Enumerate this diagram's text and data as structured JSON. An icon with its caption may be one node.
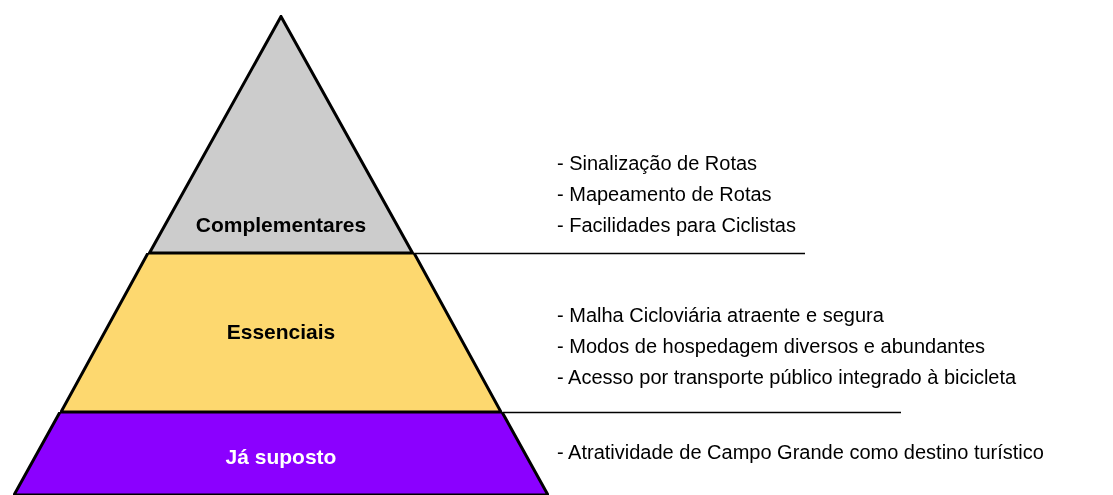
{
  "diagram": {
    "nodes": [
      {
        "text": [
          "Complementares"
        ],
        "beside": [
          "- Sinalização de Rotas",
          "- Mapeamento de Rotas",
          "- Facilidades para Ciclistas"
        ]
      },
      {
        "text": [
          "Essenciais"
        ],
        "beside": [
          "- Malha Cicloviária atraente e segura",
          "- Modos de hospedagem diversos e abundantes",
          "- Acesso por transporte público integrado à bicicleta"
        ]
      },
      {
        "text": [
          "Já suposto"
        ],
        "beside": [
          "- Atratividade de Campo Grande como destino turístico"
        ]
      }
    ]
  }
}
